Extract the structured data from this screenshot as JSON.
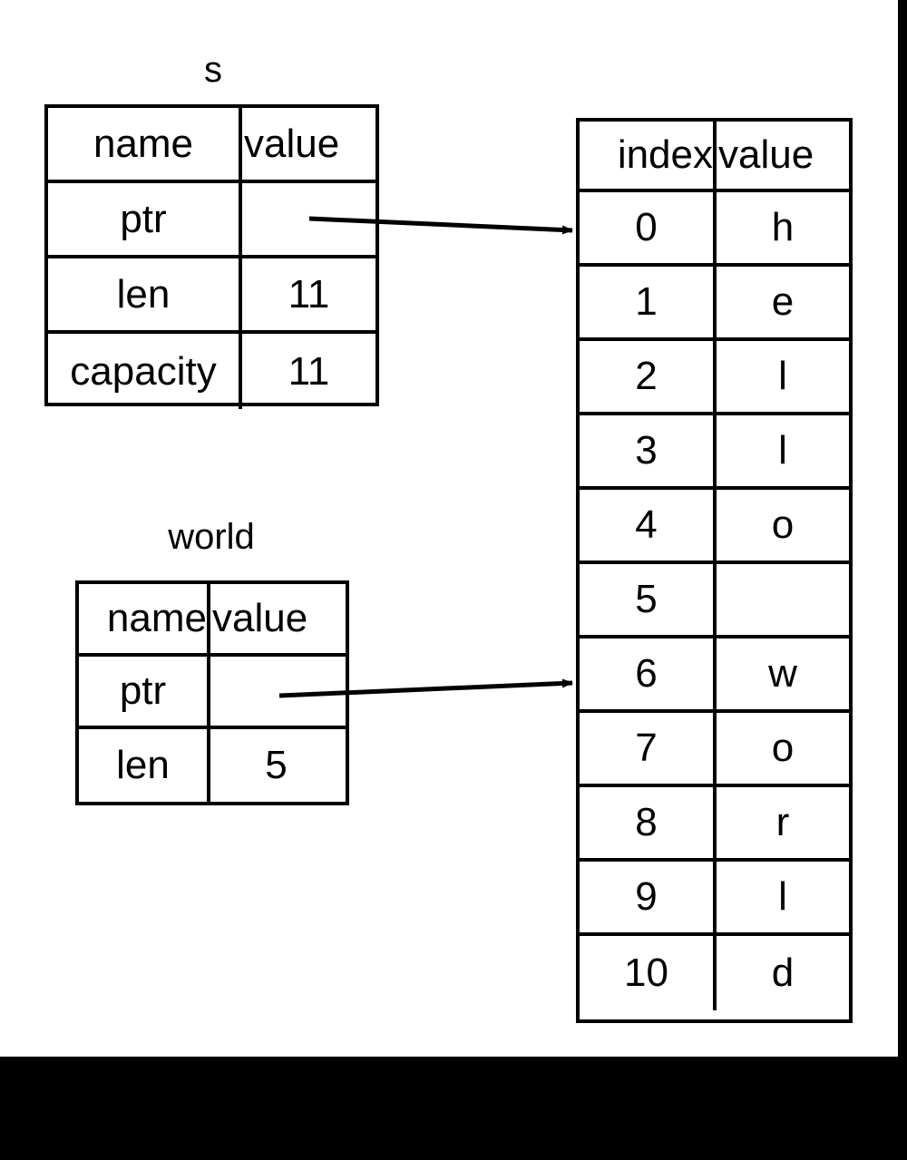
{
  "diagram": {
    "title_hidden": "String and slice memory layout",
    "stack_tables": [
      {
        "name": "s",
        "label": "s",
        "columns": [
          "name",
          "value"
        ],
        "rows": [
          {
            "name": "ptr",
            "value": ""
          },
          {
            "name": "len",
            "value": "11"
          },
          {
            "name": "capacity",
            "value": "11"
          }
        ]
      },
      {
        "name": "world",
        "label": "world",
        "columns": [
          "name",
          "value"
        ],
        "rows": [
          {
            "name": "ptr",
            "value": ""
          },
          {
            "name": "len",
            "value": "5"
          }
        ]
      }
    ],
    "heap_table": {
      "columns": [
        "index",
        "value"
      ],
      "rows": [
        {
          "index": "0",
          "value": "h"
        },
        {
          "index": "1",
          "value": "e"
        },
        {
          "index": "2",
          "value": "l"
        },
        {
          "index": "3",
          "value": "l"
        },
        {
          "index": "4",
          "value": "o"
        },
        {
          "index": "5",
          "value": ""
        },
        {
          "index": "6",
          "value": "w"
        },
        {
          "index": "7",
          "value": "o"
        },
        {
          "index": "8",
          "value": "r"
        },
        {
          "index": "9",
          "value": "l"
        },
        {
          "index": "10",
          "value": "d"
        }
      ]
    },
    "arrows": [
      {
        "name": "s-ptr-arrow",
        "from_table": "s",
        "from_row": "ptr",
        "to_index": "0"
      },
      {
        "name": "world-ptr-arrow",
        "from_table": "world",
        "from_row": "ptr",
        "to_index": "6"
      }
    ],
    "colors": {
      "stroke": "#000000",
      "background": "#ffffff",
      "text": "#000000",
      "letterbox": "#000000"
    }
  }
}
